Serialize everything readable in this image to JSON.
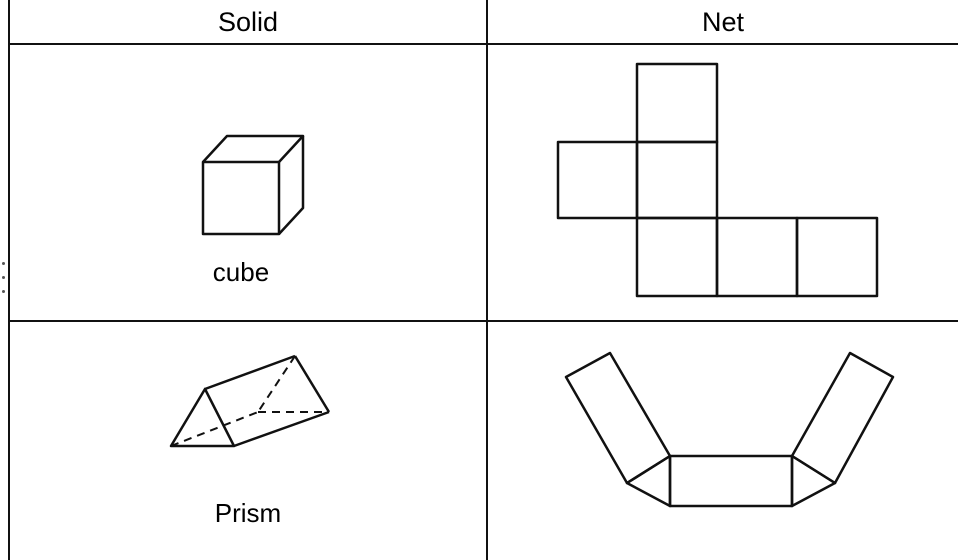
{
  "table": {
    "headers": [
      "Solid",
      "Net"
    ],
    "rows": [
      {
        "solid_label": "cube",
        "solid_icon": "cube-icon",
        "net_icon": "cube-net-icon"
      },
      {
        "solid_label": "Prism",
        "solid_icon": "triangular-prism-icon",
        "net_icon": "prism-net-icon"
      }
    ]
  }
}
